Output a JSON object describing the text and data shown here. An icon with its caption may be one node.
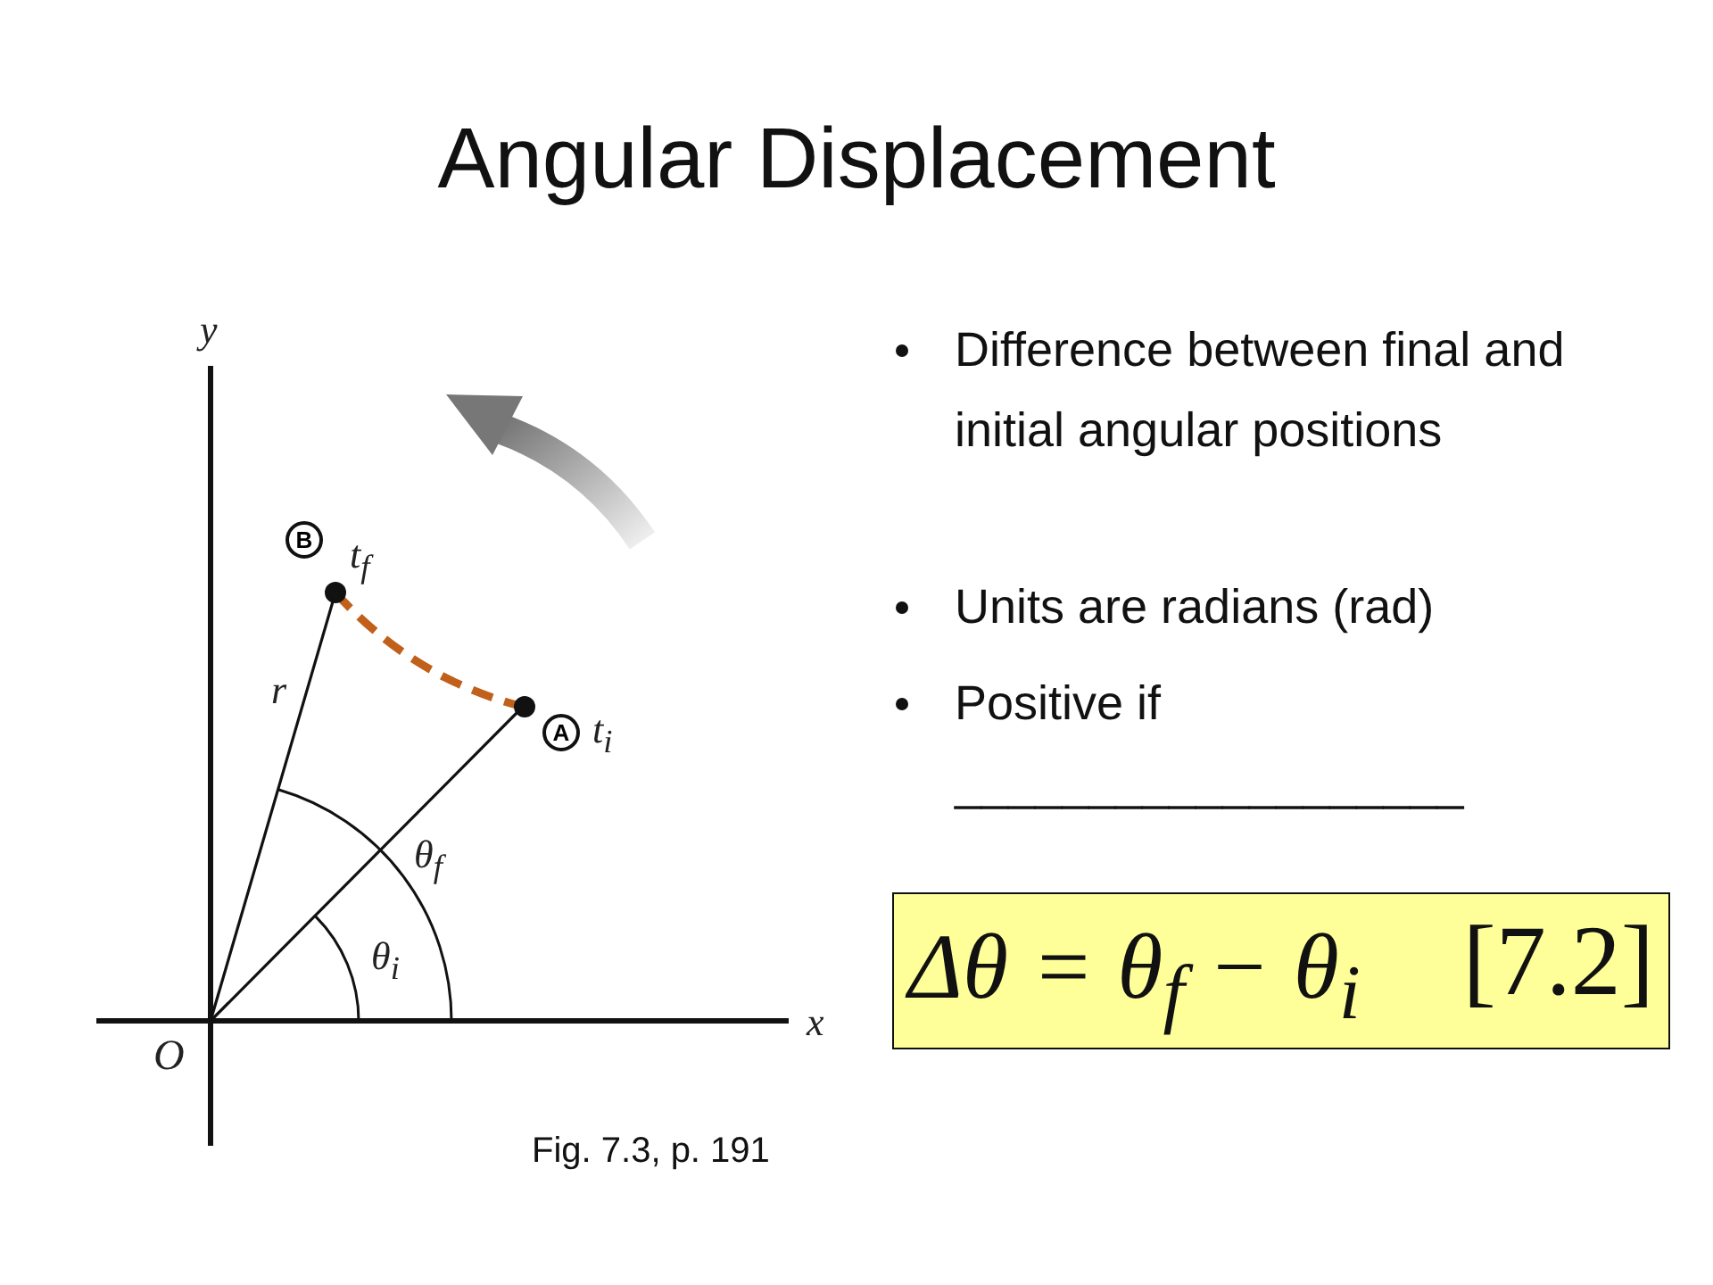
{
  "diagram": {
    "title": "Angular Displacement",
    "nodes": [
      {
        "text": [
          "O"
        ]
      },
      {
        "text": [
          "A",
          "t$_{i}$"
        ]
      },
      {
        "text": [
          "B",
          "t$_{f}$"
        ]
      },
      {
        "text": [
          "Δθ = θ$_{f}$ − θ$_{i}$",
          "[7.2]"
        ]
      }
    ],
    "edges": [
      {
        "from": 0,
        "to": 1,
        "arrow": "none"
      },
      {
        "from": 0,
        "to": 2,
        "arrow": "none",
        "label": "r"
      },
      {
        "from": 2,
        "to": 1,
        "arrow": "none",
        "style": "dashed",
        "color": "#c0601a"
      }
    ],
    "labels": [
      "y",
      "x",
      "θ$_{f}$",
      "θ$_{i}$",
      "Difference between final and initial angular positions",
      "Units are radians (rad)",
      "Positive if ___________________",
      "Fig. 7.3, p. 191"
    ]
  }
}
